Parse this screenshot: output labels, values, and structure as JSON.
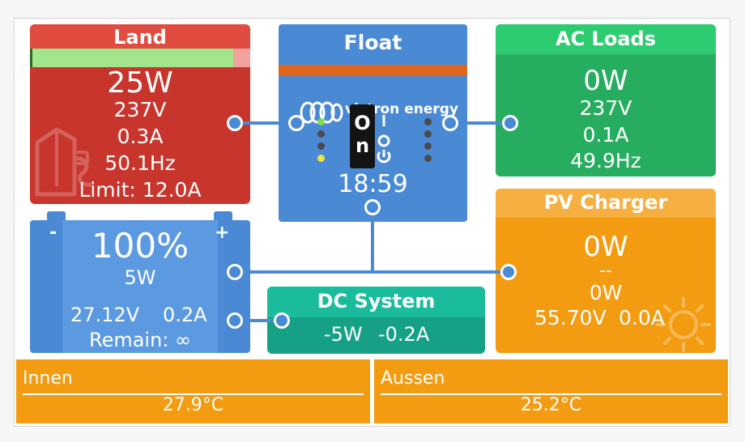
{
  "land": {
    "title": "Land",
    "power": "25W",
    "voltage": "237V",
    "current": "0.3A",
    "frequency": "50.1Hz",
    "limit": "Limit: 12.0A",
    "current_fill_fraction": 0.91
  },
  "inverter": {
    "state": "Float",
    "brand": "victron energy",
    "switch_top": "O",
    "switch_bottom": "n",
    "time": "18:59",
    "left_leds": [
      "#7de04a",
      "#4a4a4a",
      "#4a4a4a",
      "#f0e53c"
    ],
    "right_leds": [
      "#4a4a4a",
      "#4a4a4a",
      "#4a4a4a",
      "#4a4a4a"
    ]
  },
  "ac_loads": {
    "title": "AC Loads",
    "power": "0W",
    "voltage": "237V",
    "current": "0.1A",
    "frequency": "49.9Hz"
  },
  "battery": {
    "minus": "-",
    "plus": "+",
    "soc": "100%",
    "power": "5W",
    "voltage": "27.12V",
    "current": "0.2A",
    "remain": "Remain: ∞"
  },
  "dc_system": {
    "title": "DC System",
    "power": "-5W",
    "current": "-0.2A"
  },
  "pv_charger": {
    "title": "PV Charger",
    "power": "0W",
    "dashes": "--",
    "power2": "0W",
    "voltage": "55.70V",
    "current": "0.0A"
  },
  "temperatures": [
    {
      "label": "Innen",
      "value": "27.9°C"
    },
    {
      "label": "Aussen",
      "value": "25.2°C"
    }
  ],
  "colors": {
    "land": "#c8352d",
    "land_header": "#e04c3f",
    "inverter": "#4a8ad5",
    "inverter_stripe": "#e0651c",
    "ac_loads": "#27ad5f",
    "ac_loads_header": "#2ecc71",
    "battery": "#4a8ad5",
    "dc_system": "#16a085",
    "dc_system_header": "#1abc9c",
    "pv": "#f39c12",
    "pv_header": "#f5b041",
    "temperature": "#f39c12",
    "wire": "#4a8ad5"
  }
}
